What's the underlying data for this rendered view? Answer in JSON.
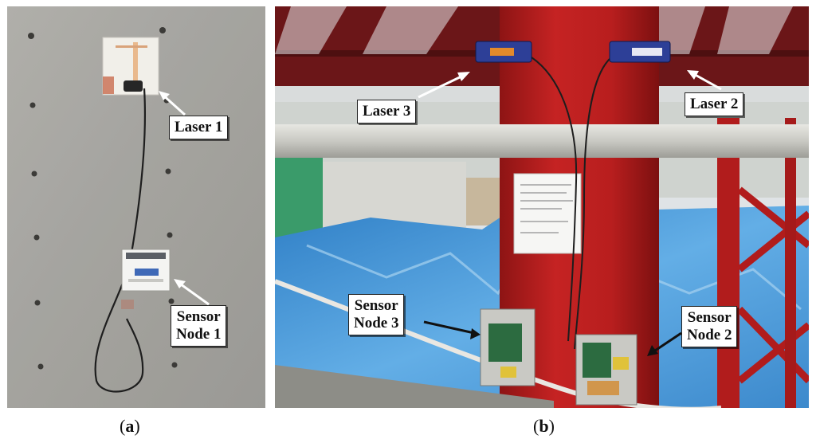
{
  "panel_a": {
    "laser_label": "Laser 1",
    "sensor_label_line1": "Sensor",
    "sensor_label_line2": "Node 1"
  },
  "panel_b": {
    "laser3_label": "Laser 3",
    "laser2_label": "Laser 2",
    "sensor3_line1": "Sensor",
    "sensor3_line2": "Node 3",
    "sensor2_line1": "Sensor",
    "sensor2_line2": "Node 2"
  },
  "captions": {
    "a_open": "(",
    "a_letter": "a",
    "a_close": ")",
    "b_open": "(",
    "b_letter": "b",
    "b_close": ")"
  },
  "colors": {
    "concrete": "#a9a8a3",
    "steel_red": "#b01c1c",
    "tarp_blue": "#3f8fd0",
    "label_bg": "#ffffff"
  }
}
